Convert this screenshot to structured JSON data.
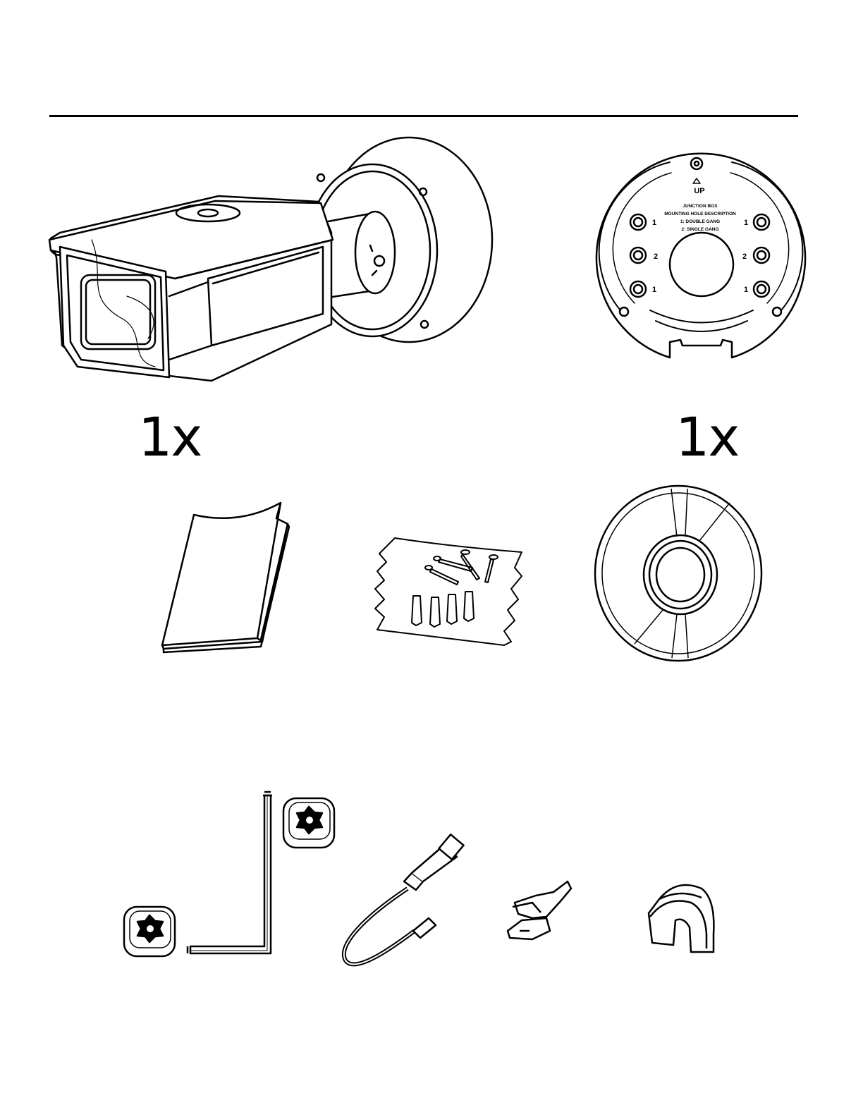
{
  "page": {
    "background": "#ffffff",
    "ink": "#000000"
  },
  "items": {
    "camera": {
      "icon": "bullet-camera-icon",
      "quantity": "1x"
    },
    "mount_plate": {
      "icon": "junction-box-plate-icon",
      "quantity": "1x",
      "up_label": "UP",
      "title": "JUNCTION BOX",
      "subtitle": "MOUNTING HOLE DESCRIPTION",
      "line1": "1: DOUBLE GANG",
      "line2": "2: SINGLE GANG",
      "hole_labels": [
        "1",
        "2",
        "1",
        "1",
        "2",
        "1"
      ]
    },
    "manual": {
      "icon": "booklet-icon"
    },
    "screw_kit": {
      "icon": "screw-pack-icon"
    },
    "drill_template": {
      "icon": "drill-template-icon"
    },
    "torx_wrench": {
      "icon": "torx-wrench-icon"
    },
    "cable": {
      "icon": "bnc-cable-icon"
    },
    "connector_clip": {
      "icon": "connector-clip-icon"
    },
    "cable_cap": {
      "icon": "cable-cap-icon"
    }
  }
}
